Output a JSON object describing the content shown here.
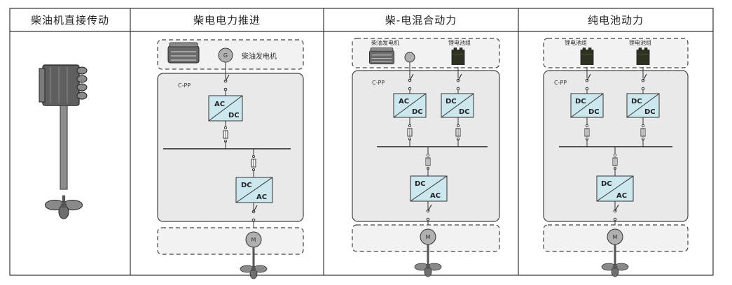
{
  "headers": [
    "柴油机直接传动",
    "柴电电力推进",
    "柴-电混合动力",
    "纯电池动力"
  ],
  "labels": {
    "diesel_generator": "柴油发电机",
    "battery_pack": "锂电池组",
    "cpp": "C-PP",
    "gen_symbol": "G",
    "motor_symbol": "M",
    "ac": "AC",
    "dc": "DC"
  },
  "colors": {
    "converter_fill": "#cde7ef",
    "panel_fill": "#e9e9e9",
    "dashed_fill": "#f2f2f2",
    "battery_fill": "#2d3320",
    "engine_fill": "#5f5f5f",
    "border": "#333333"
  },
  "icons": [
    "engine-icon",
    "generator-icon",
    "battery-icon",
    "switch-icon",
    "fuse-icon",
    "motor-icon",
    "propeller-icon",
    "converter-icon"
  ]
}
